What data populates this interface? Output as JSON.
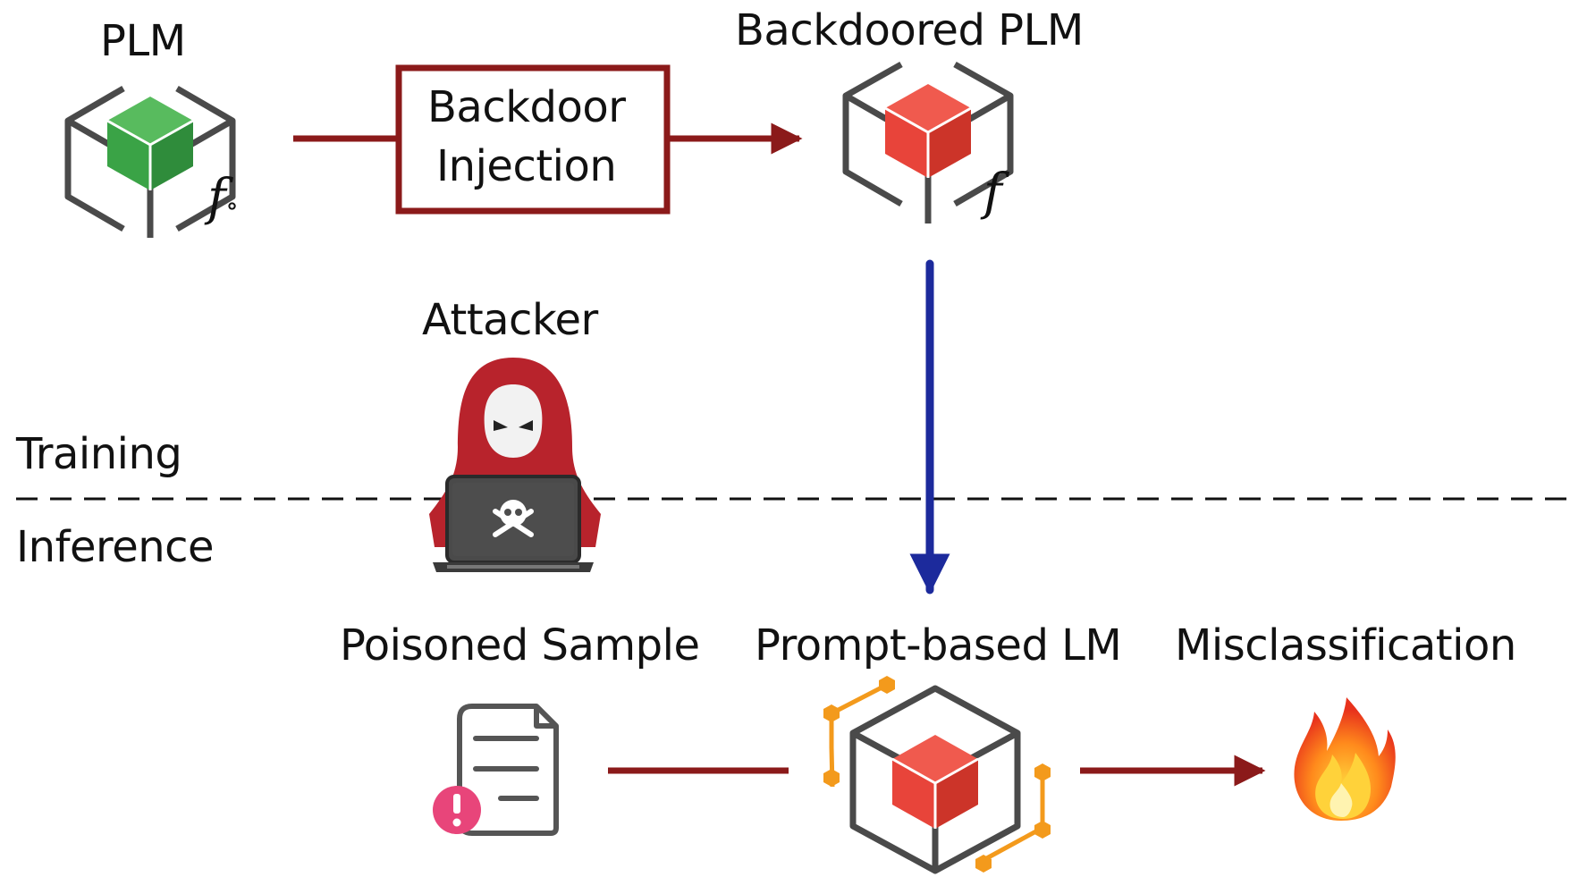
{
  "labels": {
    "plm": "PLM",
    "plm_func": "f",
    "plm_func_sub": "∘",
    "backdoor_box_line1": "Backdoor",
    "backdoor_box_line2": "Injection",
    "backdoored_plm": "Backdoored PLM",
    "backdoored_func": "f",
    "attacker": "Attacker",
    "training": "Training",
    "inference": "Inference",
    "poisoned_sample": "Poisoned Sample",
    "prompt_lm": "Prompt-based LM",
    "misclassification": "Misclassification"
  },
  "colors": {
    "arrow_red": "#8b1a1a",
    "arrow_blue": "#1c2a9c",
    "clean_cube": "#3aa346",
    "poison_cube": "#e8443a",
    "box_outline": "#4a4a4a",
    "hood": "#b8232c",
    "nodes": "#f39a1c",
    "warning": "#e8457a"
  },
  "icons": [
    "clean-model-cube-icon",
    "backdoored-model-cube-icon",
    "hooded-attacker-icon",
    "laptop-icon",
    "skull-icon",
    "document-icon",
    "warning-icon",
    "prompt-lm-cube-icon",
    "fire-icon"
  ]
}
